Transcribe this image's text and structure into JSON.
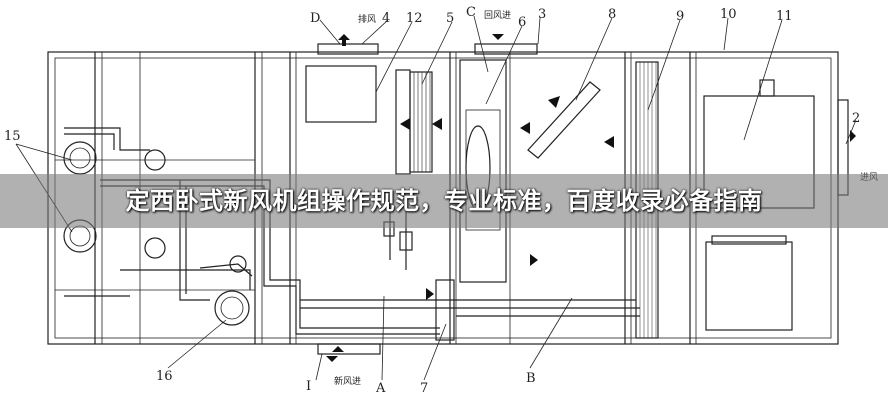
{
  "overlay": {
    "title": "定西卧式新风机组操作规范，专业标准，百度收录必备指南"
  },
  "labels": {
    "top": [
      "D",
      "4",
      "12",
      "5",
      "C",
      "6",
      "3",
      "8",
      "9",
      "10",
      "11"
    ],
    "right": [
      "2"
    ],
    "left": [
      "15"
    ],
    "bottom": [
      "16",
      "I",
      "A",
      "7",
      "B"
    ]
  },
  "text_labels": {
    "exhaust": "排风",
    "return_air": "回风进",
    "fresh_air_in": "新风进",
    "side_fresh": "进风"
  }
}
